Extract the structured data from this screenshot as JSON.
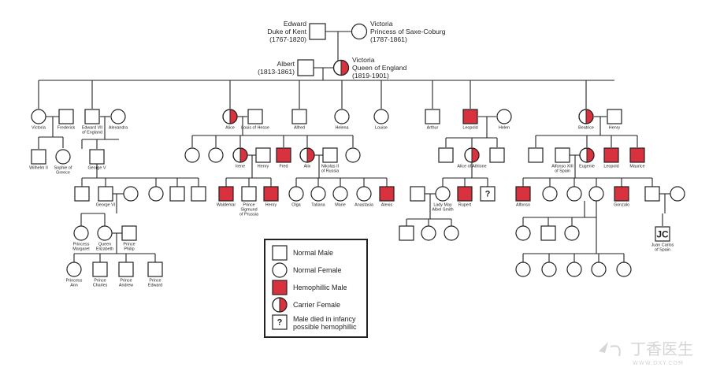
{
  "colors": {
    "affected": "#d9323f",
    "line": "#222222",
    "watermark": "#d6d6d6"
  },
  "individuals": [
    {
      "id": "edward",
      "shape": "square",
      "status": "normal",
      "label": [
        "Edward",
        "Duke of Kent",
        "(1767-1820)"
      ]
    },
    {
      "id": "victoria_saxe",
      "shape": "circle",
      "status": "normal",
      "label": [
        "Victoria",
        "Princess of Saxe-Coburg",
        "(1787-1861)"
      ]
    },
    {
      "id": "albert",
      "shape": "square",
      "status": "normal",
      "label": [
        "Albert",
        "(1813-1861)"
      ]
    },
    {
      "id": "victoria_queen",
      "shape": "circle",
      "status": "carrier",
      "label": [
        "Victoria",
        "Queen of England",
        "(1819-1901)"
      ]
    },
    {
      "id": "victoria_d",
      "shape": "circle",
      "status": "normal",
      "label": [
        "Victoria"
      ]
    },
    {
      "id": "frederick",
      "shape": "square",
      "status": "normal",
      "label": [
        "Frederick"
      ]
    },
    {
      "id": "edward7",
      "shape": "square",
      "status": "normal",
      "label": [
        "Edward VII",
        "of England"
      ]
    },
    {
      "id": "alexandra",
      "shape": "circle",
      "status": "normal",
      "label": [
        "Alexandra"
      ]
    },
    {
      "id": "alice",
      "shape": "circle",
      "status": "carrier",
      "label": [
        "Alice"
      ]
    },
    {
      "id": "louis",
      "shape": "square",
      "status": "normal",
      "label": [
        "Louis of Hesse"
      ]
    },
    {
      "id": "alfred",
      "shape": "square",
      "status": "normal",
      "label": [
        "Alfred"
      ]
    },
    {
      "id": "helena",
      "shape": "circle",
      "status": "normal",
      "label": [
        "Helena"
      ]
    },
    {
      "id": "louise",
      "shape": "circle",
      "status": "normal",
      "label": [
        "Louise"
      ]
    },
    {
      "id": "arthur",
      "shape": "square",
      "status": "normal",
      "label": [
        "Arthur"
      ]
    },
    {
      "id": "leopold",
      "shape": "square",
      "status": "hemophilic",
      "label": [
        "Leopold"
      ]
    },
    {
      "id": "helen",
      "shape": "circle",
      "status": "normal",
      "label": [
        "Helen"
      ]
    },
    {
      "id": "beatrice",
      "shape": "circle",
      "status": "carrier",
      "label": [
        "Beatrice"
      ]
    },
    {
      "id": "henry_b",
      "shape": "square",
      "status": "normal",
      "label": [
        "Henry"
      ]
    },
    {
      "id": "wilhelm",
      "shape": "square",
      "status": "normal",
      "label": [
        "Wilhelm II"
      ]
    },
    {
      "id": "sophie",
      "shape": "circle",
      "status": "normal",
      "label": [
        "Sophie of",
        "Greece"
      ]
    },
    {
      "id": "george5",
      "shape": "square",
      "status": "normal",
      "label": [
        "George V"
      ]
    },
    {
      "id": "alice_g1",
      "shape": "circle",
      "status": "normal",
      "label": []
    },
    {
      "id": "alice_g2",
      "shape": "circle",
      "status": "normal",
      "label": []
    },
    {
      "id": "irene",
      "shape": "circle",
      "status": "carrier",
      "label": [
        "Irene"
      ]
    },
    {
      "id": "henry_i",
      "shape": "square",
      "status": "normal",
      "label": [
        "Henry"
      ]
    },
    {
      "id": "fred",
      "shape": "square",
      "status": "hemophilic",
      "label": [
        "Fred"
      ]
    },
    {
      "id": "alix",
      "shape": "circle",
      "status": "carrier",
      "label": [
        "Alix"
      ]
    },
    {
      "id": "nikolas",
      "shape": "square",
      "status": "normal",
      "label": [
        "Nikolas II",
        "of Russia"
      ]
    },
    {
      "id": "alice_g3",
      "shape": "circle",
      "status": "normal",
      "label": []
    },
    {
      "id": "leo_c1",
      "shape": "square",
      "status": "normal",
      "label": []
    },
    {
      "id": "alice_athlone",
      "shape": "circle",
      "status": "carrier",
      "label": [
        "Alice of Athlone"
      ]
    },
    {
      "id": "leo_c2",
      "shape": "square",
      "status": "normal",
      "label": []
    },
    {
      "id": "bea_c1",
      "shape": "square",
      "status": "normal",
      "label": []
    },
    {
      "id": "alfonso13",
      "shape": "square",
      "status": "normal",
      "label": [
        "Alfonso XIII",
        "of Spain"
      ]
    },
    {
      "id": "eugenie",
      "shape": "circle",
      "status": "carrier",
      "label": [
        "Eugenie"
      ]
    },
    {
      "id": "leopold_b",
      "shape": "square",
      "status": "hemophilic",
      "label": [
        "Leopold"
      ]
    },
    {
      "id": "maurice",
      "shape": "square",
      "status": "hemophilic",
      "label": [
        "Maurice"
      ]
    },
    {
      "id": "g5_c1",
      "shape": "square",
      "status": "normal",
      "label": []
    },
    {
      "id": "george6",
      "shape": "square",
      "status": "normal",
      "label": [
        "George VI"
      ]
    },
    {
      "id": "eliz_mother",
      "shape": "circle",
      "status": "normal",
      "label": []
    },
    {
      "id": "g5_c2",
      "shape": "circle",
      "status": "normal",
      "label": []
    },
    {
      "id": "g5_c3",
      "shape": "square",
      "status": "normal",
      "label": []
    },
    {
      "id": "g5_c4",
      "shape": "square",
      "status": "normal",
      "label": []
    },
    {
      "id": "waldemar",
      "shape": "square",
      "status": "hemophilic",
      "label": [
        "Waldemar"
      ]
    },
    {
      "id": "sigmund",
      "shape": "square",
      "status": "normal",
      "label": [
        "Prince",
        "Sigmund",
        "of Prussia"
      ]
    },
    {
      "id": "henry_ir",
      "shape": "square",
      "status": "hemophilic",
      "label": [
        "Henry"
      ]
    },
    {
      "id": "olga",
      "shape": "circle",
      "status": "normal",
      "label": [
        "Olga"
      ]
    },
    {
      "id": "tatiana",
      "shape": "circle",
      "status": "normal",
      "label": [
        "Tatiana"
      ]
    },
    {
      "id": "marie",
      "shape": "circle",
      "status": "normal",
      "label": [
        "Marie"
      ]
    },
    {
      "id": "anastasia",
      "shape": "circle",
      "status": "normal",
      "label": [
        "Anastasia"
      ]
    },
    {
      "id": "alexis",
      "shape": "square",
      "status": "hemophilic",
      "label": [
        "Alexis"
      ]
    },
    {
      "id": "ath_c1",
      "shape": "square",
      "status": "normal",
      "label": []
    },
    {
      "id": "lady_may",
      "shape": "circle",
      "status": "normal",
      "label": [
        "Lady May",
        "Albel Smith"
      ]
    },
    {
      "id": "rupert",
      "shape": "square",
      "status": "hemophilic",
      "label": [
        "Rupert"
      ]
    },
    {
      "id": "ath_unknown",
      "shape": "square",
      "status": "unknown",
      "label": []
    },
    {
      "id": "alfonso",
      "shape": "square",
      "status": "hemophilic",
      "label": [
        "Alfonso"
      ]
    },
    {
      "id": "eug_c2",
      "shape": "circle",
      "status": "normal",
      "label": []
    },
    {
      "id": "eug_c3",
      "shape": "circle",
      "status": "normal",
      "label": []
    },
    {
      "id": "eug_c4",
      "shape": "circle",
      "status": "normal",
      "label": []
    },
    {
      "id": "gonzalo",
      "shape": "square",
      "status": "hemophilic",
      "label": [
        "Gonzalo"
      ]
    },
    {
      "id": "eug_c6",
      "shape": "square",
      "status": "normal",
      "label": []
    },
    {
      "id": "eug_c6_wife",
      "shape": "circle",
      "status": "normal",
      "label": []
    },
    {
      "id": "margaret",
      "shape": "circle",
      "status": "normal",
      "label": [
        "Princess",
        "Margaret"
      ]
    },
    {
      "id": "elizabeth",
      "shape": "circle",
      "status": "normal",
      "label": [
        "Queen",
        "Elizabeth"
      ]
    },
    {
      "id": "philip",
      "shape": "square",
      "status": "normal",
      "label": [
        "Prince",
        "Philip"
      ]
    },
    {
      "id": "may_c1",
      "shape": "square",
      "status": "normal",
      "label": []
    },
    {
      "id": "may_c2",
      "shape": "circle",
      "status": "normal",
      "label": []
    },
    {
      "id": "may_c3",
      "shape": "circle",
      "status": "normal",
      "label": []
    },
    {
      "id": "sp_c1",
      "shape": "circle",
      "status": "normal",
      "label": []
    },
    {
      "id": "sp_c2",
      "shape": "square",
      "status": "normal",
      "label": []
    },
    {
      "id": "sp_c3",
      "shape": "circle",
      "status": "normal",
      "label": []
    },
    {
      "id": "jc",
      "shape": "square",
      "status": "normal",
      "text": "JC",
      "label": [
        "Juan Carlos",
        "of Spain"
      ]
    },
    {
      "id": "anne",
      "shape": "circle",
      "status": "normal",
      "label": [
        "Princess",
        "Ann"
      ]
    },
    {
      "id": "charles",
      "shape": "square",
      "status": "normal",
      "label": [
        "Prince",
        "Charles"
      ]
    },
    {
      "id": "andrew",
      "shape": "square",
      "status": "normal",
      "label": [
        "Prince",
        "Andrew"
      ]
    },
    {
      "id": "edward_p",
      "shape": "square",
      "status": "normal",
      "label": [
        "Prince",
        "Edward"
      ]
    },
    {
      "id": "gg_1",
      "shape": "circle",
      "status": "normal",
      "label": []
    },
    {
      "id": "gg_2",
      "shape": "circle",
      "status": "normal",
      "label": []
    },
    {
      "id": "gg_3",
      "shape": "circle",
      "status": "normal",
      "label": []
    },
    {
      "id": "gg_4",
      "shape": "circle",
      "status": "normal",
      "label": []
    },
    {
      "id": "gg_5",
      "shape": "circle",
      "status": "normal",
      "label": []
    }
  ],
  "legend": [
    {
      "shape": "square",
      "status": "normal",
      "text": "Normal Male"
    },
    {
      "shape": "circle",
      "status": "normal",
      "text": "Normal Female"
    },
    {
      "shape": "square",
      "status": "hemophilic",
      "text": "Hemophillic Male"
    },
    {
      "shape": "circle",
      "status": "carrier",
      "text": "Carrier Female"
    },
    {
      "shape": "square",
      "status": "unknown",
      "text": "Male died in infancy",
      "text2": "possible hemophillic"
    }
  ],
  "unknown_symbol": "?",
  "watermark": {
    "text": "丁香医生",
    "sub": "WWW.DXY.COM"
  }
}
